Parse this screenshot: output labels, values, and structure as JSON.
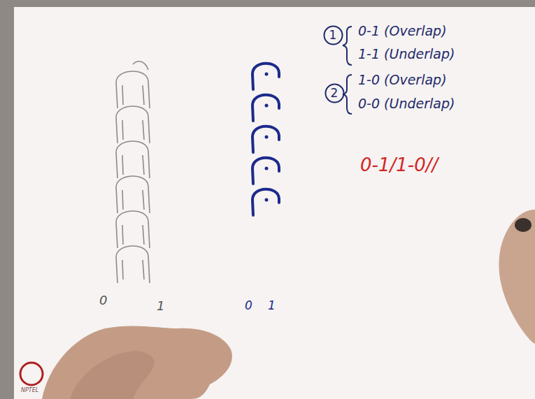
{
  "diagram": {
    "nodes": [
      {
        "text": [
          "1"
        ]
      },
      {
        "text": [
          "2"
        ]
      }
    ],
    "labels": [
      "0",
      "1",
      "0",
      "1",
      "0-1 (Overlap)",
      "1-1 (Underlap)",
      "1-0 (Overlap)",
      "0-0 (Underlap)",
      "0-1/1-0//",
      "NPTEL"
    ]
  }
}
